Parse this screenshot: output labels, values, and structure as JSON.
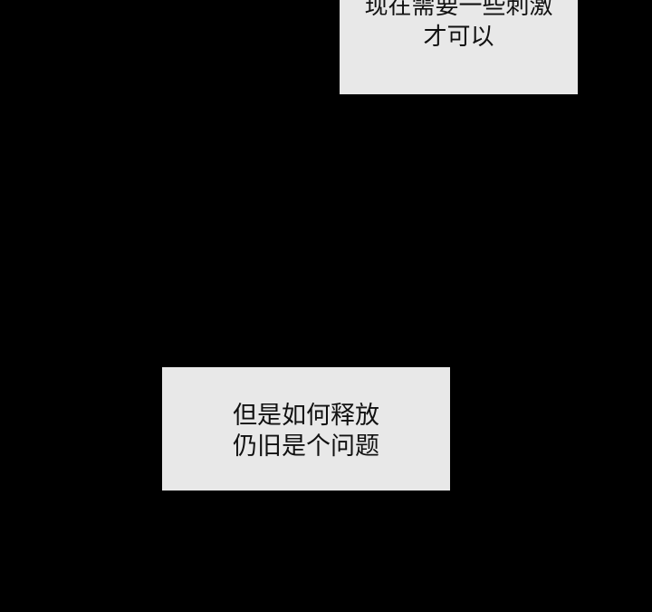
{
  "panel": {
    "background_color": "#000000",
    "bubble_color": "#e8e8e8",
    "captions": [
      {
        "lines": [
          "现在需要一些刺激",
          "才可以"
        ]
      },
      {
        "lines": [
          "但是如何释放",
          "仍旧是个问题"
        ]
      }
    ]
  }
}
